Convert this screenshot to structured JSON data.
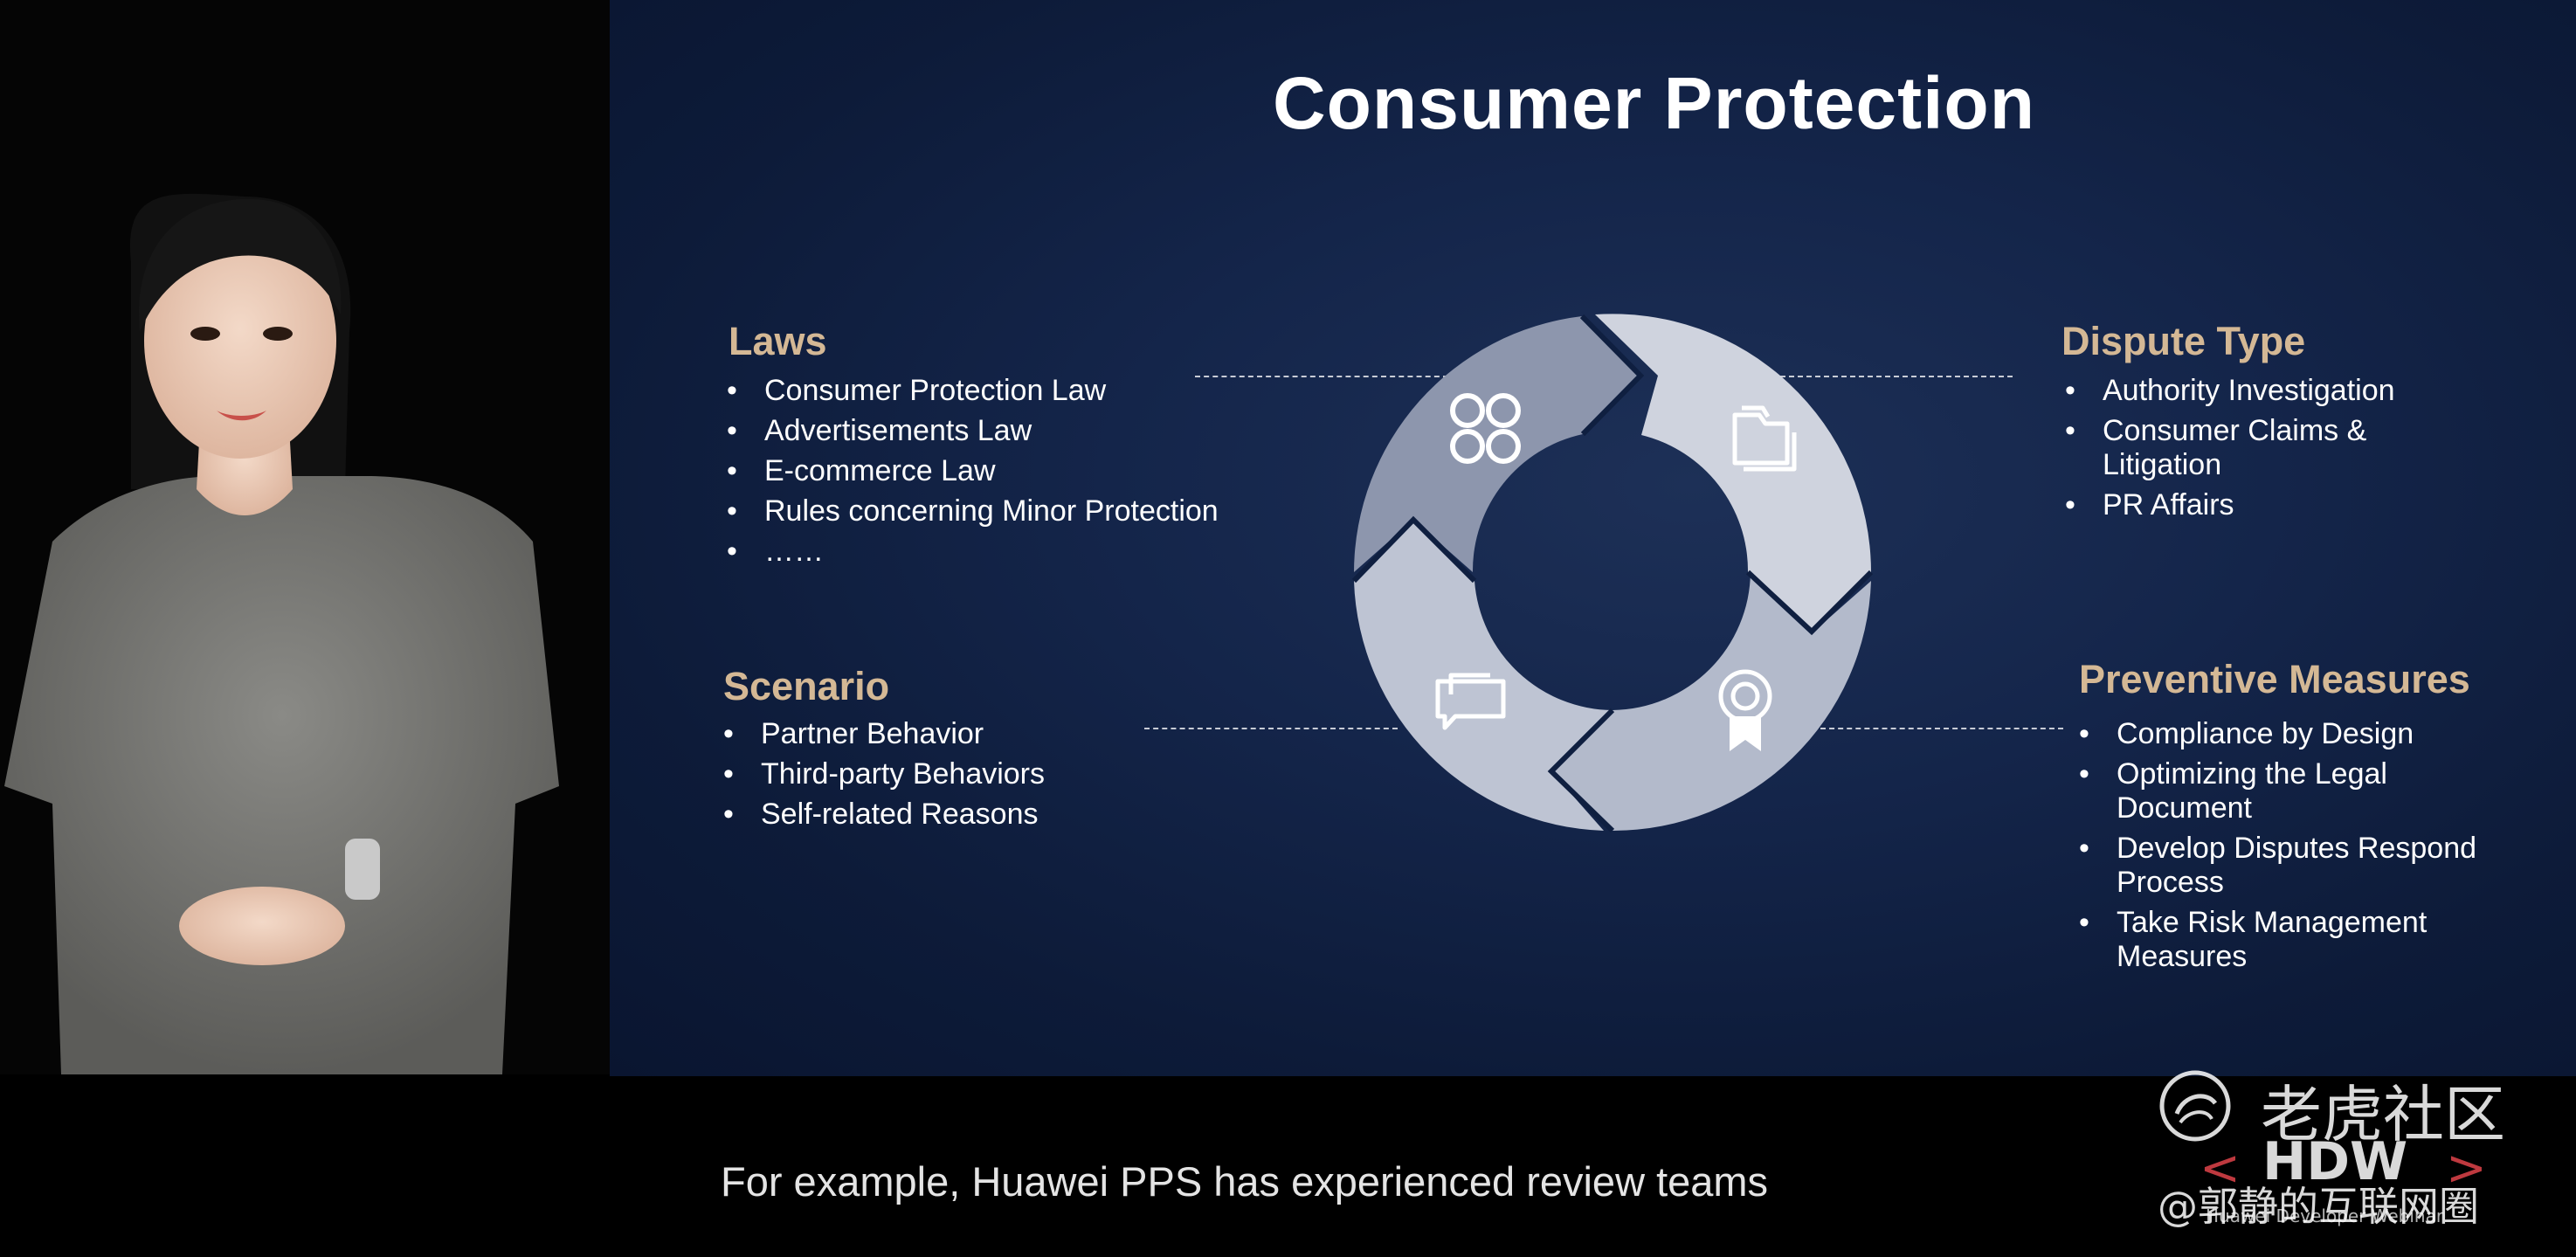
{
  "slide": {
    "title": "Consumer Protection",
    "sections": {
      "laws": {
        "heading": "Laws",
        "items": [
          "Consumer Protection Law",
          "Advertisements Law",
          "E-commerce Law",
          "Rules concerning Minor Protection",
          "……"
        ]
      },
      "dispute_type": {
        "heading": "Dispute Type",
        "items": [
          "Authority Investigation",
          "Consumer Claims & Litigation",
          "PR Affairs"
        ]
      },
      "scenario": {
        "heading": "Scenario",
        "items": [
          "Partner Behavior",
          "Third-party Behaviors",
          "Self-related Reasons"
        ]
      },
      "preventive_measures": {
        "heading": "Preventive Measures",
        "items": [
          "Compliance by Design",
          "Optimizing the Legal Document",
          "Develop Disputes Respond Process",
          "Take Risk Management Measures"
        ]
      }
    },
    "cycle_icons": [
      "apps-grid-icon",
      "folder-icon",
      "award-badge-icon",
      "chat-bubbles-icon"
    ]
  },
  "subtitle": "For example, Huawei PPS has experienced review teams",
  "watermark": {
    "brand_cn": "老虎社区",
    "brand_en": "HDW",
    "tagline": "Huawei Developer Webinar",
    "account": "@郭静的互联网圈"
  },
  "colors": {
    "heading": "#d4b895",
    "slide_bg": "#14254a",
    "segment_dark": "#8d96ad",
    "segment_light": "#cfd3de"
  }
}
